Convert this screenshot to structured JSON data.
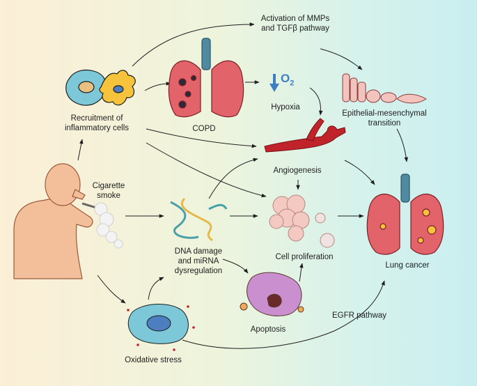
{
  "labels": {
    "mmp_line1": "Activation of MMPs",
    "mmp_line2": "and TGFβ pathway",
    "recruit_line1": "Recruitment of",
    "recruit_line2": "inflammatory cells",
    "copd": "COPD",
    "hypoxia": "Hypoxia",
    "o2": "O",
    "o2_sub": "2",
    "emt_line1": "Epithelial-mesenchymal",
    "emt_line2": "transition",
    "smoke_line1": "Cigarette",
    "smoke_line2": "smoke",
    "angiogenesis": "Angiogenesis",
    "dna_line1": "DNA damage",
    "dna_line2": "and miRNA",
    "dna_line3": "dysregulation",
    "proliferation": "Cell proliferation",
    "lung_cancer": "Lung cancer",
    "apoptosis": "Apoptosis",
    "egfr": "EGFR pathway",
    "oxidative": "Oxidative stress"
  },
  "colors": {
    "lung": "#e2646a",
    "lung_dark": "#a8323a",
    "trachea": "#4f8aa0",
    "vessel": "#c0232a",
    "o2": "#3d7fc4",
    "skin": "#f2bf9a",
    "cell_blue": "#7cc8d8",
    "cell_orange": "#f0a85a",
    "apoptosis": "#c98fcf",
    "prolif": "#f3c9c2"
  },
  "icons": {
    "smoker": "person-smoking-icon",
    "inflammatory": "immune-cells-icon",
    "copd": "copd-lungs-icon",
    "hypoxia": "down-arrow-o2-icon",
    "emt": "epithelial-cells-icon",
    "vessel": "blood-vessel-icon",
    "dna": "dna-helix-icon",
    "proliferation": "cell-cluster-icon",
    "cancer": "cancer-lungs-icon",
    "apoptosis": "apoptotic-cell-icon",
    "oxidative": "oxidative-cell-icon"
  }
}
